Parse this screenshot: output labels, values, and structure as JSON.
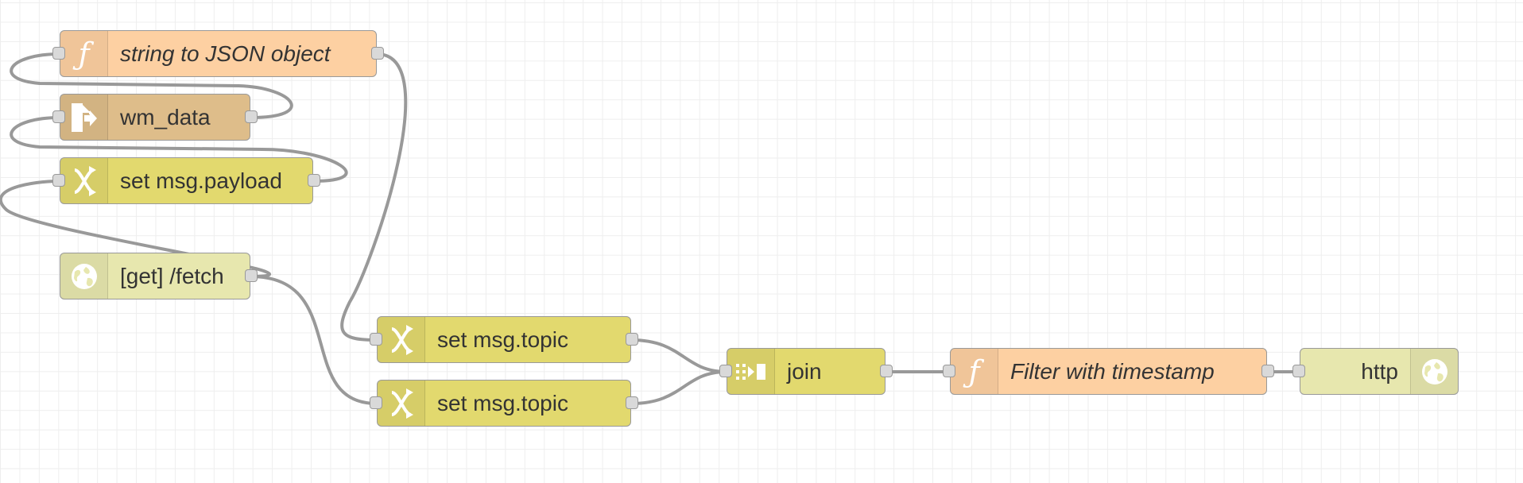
{
  "colors": {
    "function": "#fdd0a2",
    "template": "#debd8a",
    "change": "#e2d96e",
    "http": "#e7e7ae",
    "wire": "#999999"
  },
  "nodes": [
    {
      "id": "n1",
      "label": "string to JSON object",
      "type": "function",
      "icon": "function-icon"
    },
    {
      "id": "n2",
      "label": "wm_data",
      "type": "template",
      "icon": "template-icon"
    },
    {
      "id": "n3",
      "label": "set msg.payload",
      "type": "change",
      "icon": "shuffle-icon"
    },
    {
      "id": "n4",
      "label": "[get] /fetch",
      "type": "http",
      "icon": "globe-icon"
    },
    {
      "id": "n5",
      "label": "set msg.topic",
      "type": "change",
      "icon": "shuffle-icon"
    },
    {
      "id": "n6",
      "label": "set msg.topic",
      "type": "change",
      "icon": "shuffle-icon"
    },
    {
      "id": "n7",
      "label": "join",
      "type": "change",
      "icon": "join-icon"
    },
    {
      "id": "n8",
      "label": "Filter with timestamp",
      "type": "function",
      "icon": "function-icon"
    },
    {
      "id": "n9",
      "label": "http",
      "type": "http",
      "icon": "globe-icon"
    }
  ],
  "wires": [
    {
      "from": "n4",
      "to": "n3"
    },
    {
      "from": "n3",
      "to": "n2"
    },
    {
      "from": "n2",
      "to": "n1"
    },
    {
      "from": "n1",
      "to": "n5"
    },
    {
      "from": "n4",
      "to": "n6"
    },
    {
      "from": "n5",
      "to": "n7"
    },
    {
      "from": "n6",
      "to": "n7"
    },
    {
      "from": "n7",
      "to": "n8"
    },
    {
      "from": "n8",
      "to": "n9"
    }
  ]
}
